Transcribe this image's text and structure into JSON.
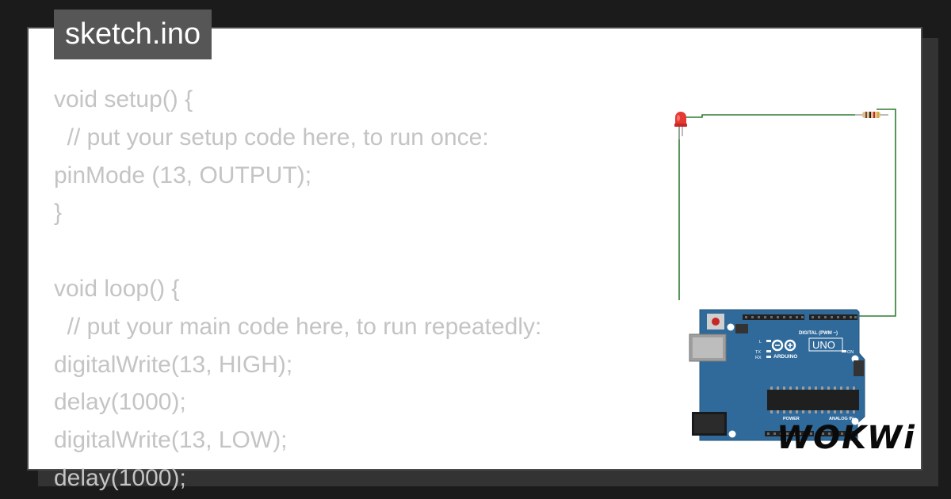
{
  "file_tab": {
    "title": "sketch.ino"
  },
  "code": {
    "lines": [
      "void setup() {",
      "  // put your setup code here, to run once:",
      "pinMode (13, OUTPUT);",
      "}",
      "",
      "void loop() {",
      "  // put your main code here, to run repeatedly:",
      "digitalWrite(13, HIGH);",
      "delay(1000);",
      "digitalWrite(13, LOW);",
      "delay(1000);"
    ]
  },
  "circuit": {
    "board": {
      "name": "ARDUINO",
      "model": "UNO",
      "digital_label": "DIGITAL (PWM ~)",
      "analog_label": "ANALOG IN",
      "power_label": "POWER",
      "on_label": "ON",
      "tx_label": "TX",
      "rx_label": "RX",
      "l_label": "L",
      "board_color": "#2f6a9a"
    },
    "led_color": "#e53935",
    "wire_color": "#2e7d32"
  },
  "brand": {
    "logo_text": "WOKWi"
  },
  "colors": {
    "background": "#1b1b1b",
    "card": "#ffffff",
    "tab": "#565656",
    "code_text": "#c4c4c4"
  }
}
